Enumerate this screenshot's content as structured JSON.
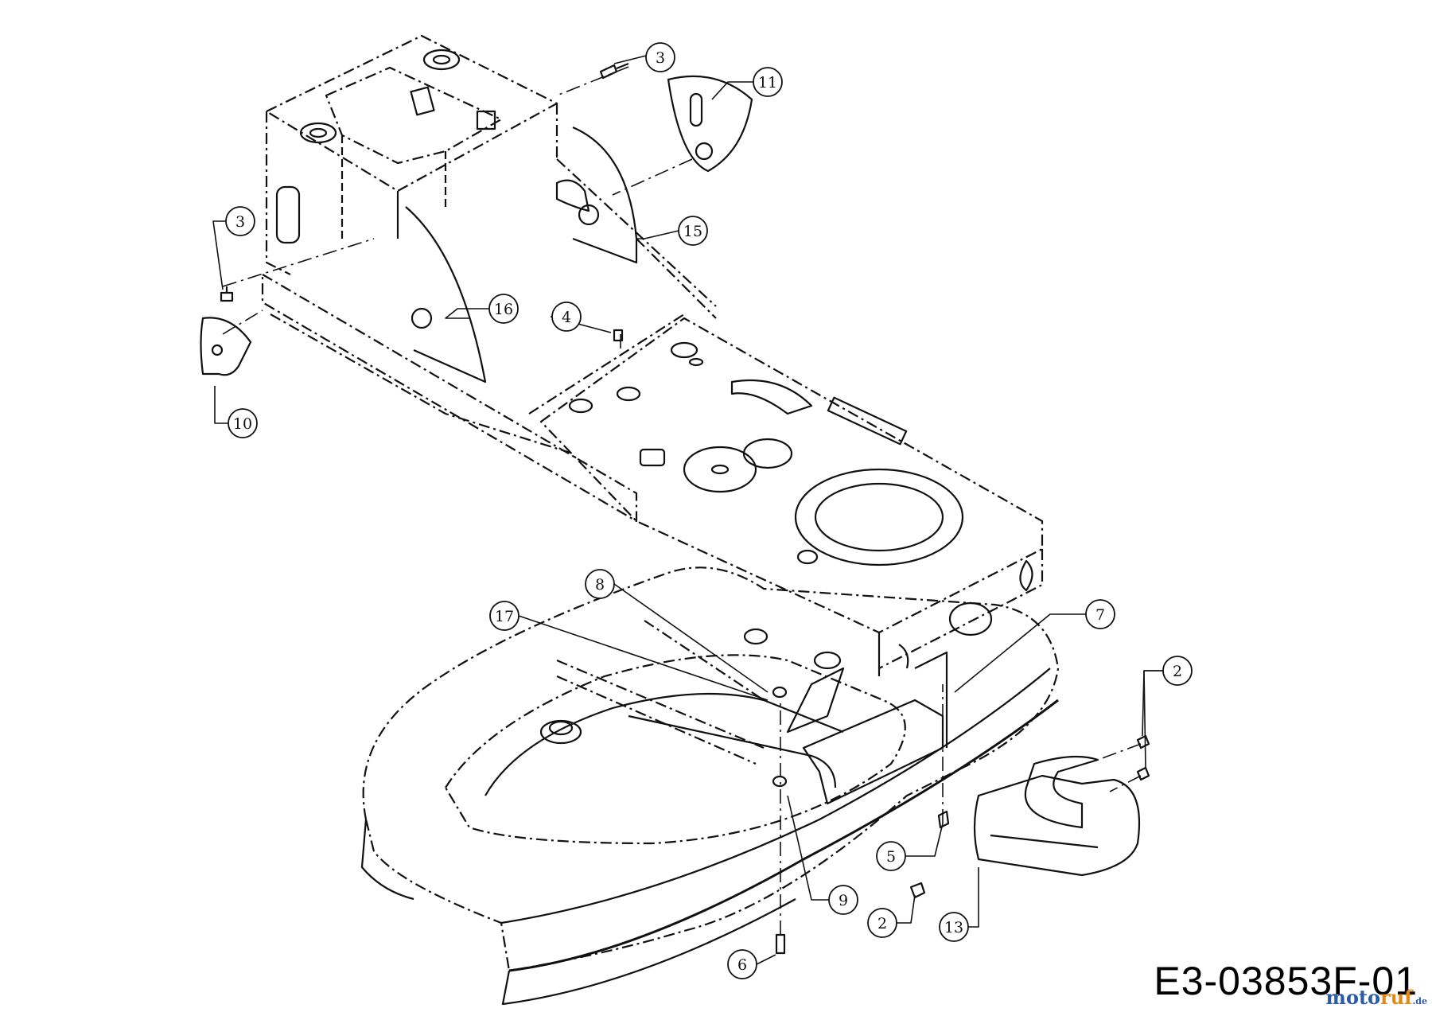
{
  "drawing_code": "E3-03853F-01",
  "watermark": {
    "part1": "moto",
    "part2": "ruf",
    "suffix": ".de"
  },
  "callouts": [
    {
      "id": "c3a",
      "label": "3"
    },
    {
      "id": "c11",
      "label": "11"
    },
    {
      "id": "c3b",
      "label": "3"
    },
    {
      "id": "c15",
      "label": "15"
    },
    {
      "id": "c16",
      "label": "16"
    },
    {
      "id": "c4",
      "label": "4"
    },
    {
      "id": "c10",
      "label": "10"
    },
    {
      "id": "c8",
      "label": "8"
    },
    {
      "id": "c17",
      "label": "17"
    },
    {
      "id": "c7",
      "label": "7"
    },
    {
      "id": "c2a",
      "label": "2"
    },
    {
      "id": "c5",
      "label": "5"
    },
    {
      "id": "c9",
      "label": "9"
    },
    {
      "id": "c2b",
      "label": "2"
    },
    {
      "id": "c13",
      "label": "13"
    },
    {
      "id": "c6",
      "label": "6"
    }
  ],
  "colors": {
    "line": "#111111",
    "watermark_blue": "#2a5aa8",
    "watermark_orange": "#e08a1a"
  }
}
